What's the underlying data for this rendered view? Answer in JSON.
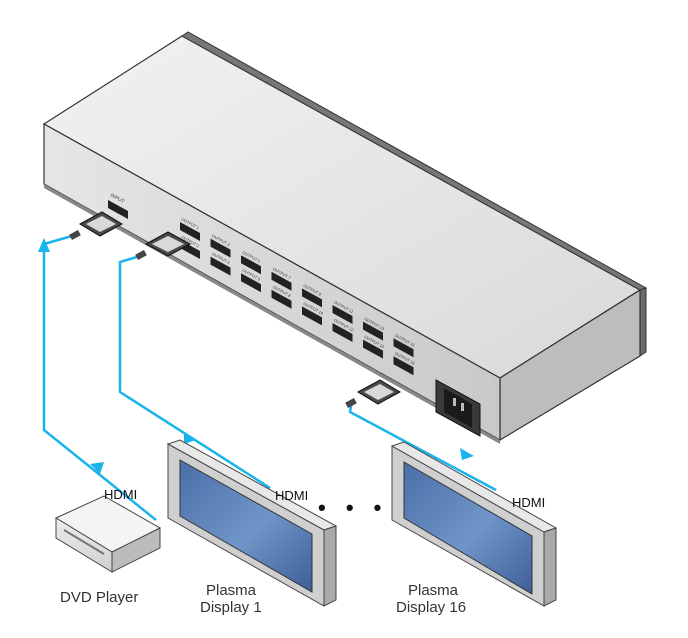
{
  "device": {
    "input_label": "INPUT",
    "output_labels": [
      "OUTPUT 1",
      "OUTPUT 2",
      "OUTPUT 3",
      "OUTPUT 4",
      "OUTPUT 5",
      "OUTPUT 6",
      "OUTPUT 7",
      "OUTPUT 8",
      "OUTPUT 9",
      "OUTPUT 10",
      "OUTPUT 11",
      "OUTPUT 12",
      "OUTPUT 13",
      "OUTPUT 14",
      "OUTPUT 15",
      "OUTPUT 16"
    ]
  },
  "cables": {
    "hdmi_dvd": "HDMI",
    "hdmi_display1": "HDMI",
    "hdmi_display16": "HDMI",
    "color": "#19b5ea"
  },
  "ellipsis": "• • •",
  "devices": {
    "dvd_player": "DVD Player",
    "display1_line1": "Plasma",
    "display1_line2": "Display 1",
    "display16_line1": "Plasma",
    "display16_line2": "Display 16"
  }
}
